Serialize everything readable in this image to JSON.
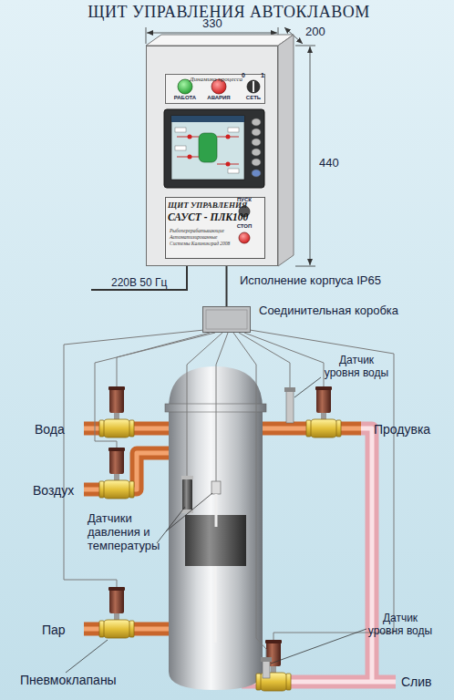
{
  "diagram": {
    "nodes": [
      {
        "text": [
          "ЩИТ УПРАВЛЕНИЯ АВТОКЛАВОМ"
        ]
      },
      {
        "text": [
          "Динамика процесса"
        ],
        "in": 0
      },
      {
        "text": [
          "ЩИТ УПРАВЛЕНИЯ",
          "САУСТ - ПЛК100",
          "Рыбоперерабатывающие Автоматизированные Системы Калининград 2008"
        ],
        "in": 0
      },
      {
        "text": [
          "Соединительная коробка"
        ]
      }
    ],
    "edges": [
      {
        "from": 0,
        "to": 3,
        "arrow": "none"
      }
    ],
    "labels": [
      "330",
      "200",
      "440",
      "РАБОТА",
      "АВАРИЯ",
      "0",
      "1",
      "СЕТЬ",
      "ПУСК",
      "СТОП",
      "Исполнение корпуса IP65",
      "220В 50 Гц",
      "Датчик уровня воды",
      "Вода",
      "Продувка",
      "Воздух",
      "Датчики давления и температуры",
      "Пар",
      "Датчик уровня воды",
      "Пневмоклапаны",
      "Слив"
    ]
  }
}
